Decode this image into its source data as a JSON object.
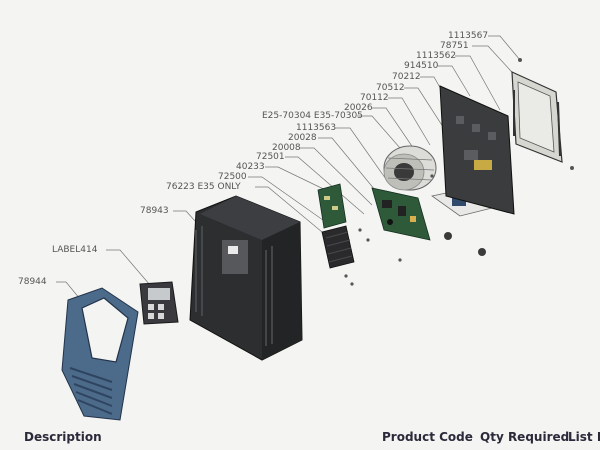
{
  "callouts": {
    "c1113567": "1113567",
    "c78751": "78751",
    "c1113562": "1113562",
    "c914510": "914510",
    "c70212": "70212",
    "c70512": "70512",
    "c70112": "70112",
    "c20026": "20026",
    "cE25": "E25-70304 E35-70305",
    "c1113563": "1113563",
    "c20028": "20028",
    "c20008": "20008",
    "c72501": "72501",
    "c40233": "40233",
    "c72500": "72500",
    "c76223": "76223 E35 ONLY",
    "c78943": "78943",
    "cLabel414": "LABEL414",
    "c78944": "78944"
  },
  "table_header": {
    "description": "Description",
    "product_code": "Product Code",
    "qty_required": "Qty Required",
    "list_price": "List P"
  },
  "colors": {
    "background": "#f4f4f2",
    "housing": "#2c2e30",
    "front_panel": "#4c6a8a",
    "board": "#2f5a3a",
    "motor": "#dcdcd8"
  }
}
